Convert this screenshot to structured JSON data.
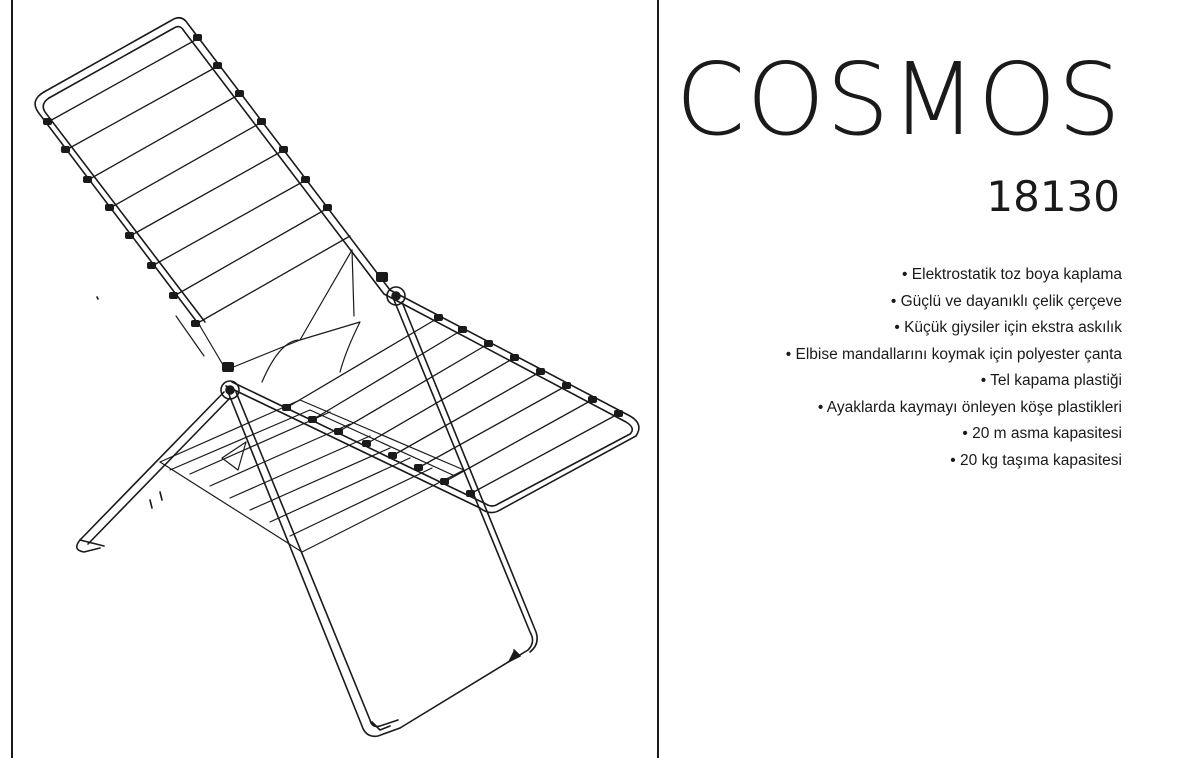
{
  "product": {
    "name": "COSMOS",
    "model": "18130"
  },
  "features": [
    "Elektrostatik toz boya kaplama",
    "Güçlü ve dayanıklı çelik çerçeve",
    "Küçük giysiler için ekstra askılık",
    "Elbise mandallarını koymak için polyester çanta",
    "Tel kapama plastiği",
    "Ayaklarda kaymayı önleyen köşe plastikleri",
    "20 m asma kapasitesi",
    "20 kg taşıma kapasitesi"
  ],
  "illustration": {
    "subject": "clothes-drying-rack",
    "style": "line-drawing",
    "line_color": "#1a1a1a"
  }
}
